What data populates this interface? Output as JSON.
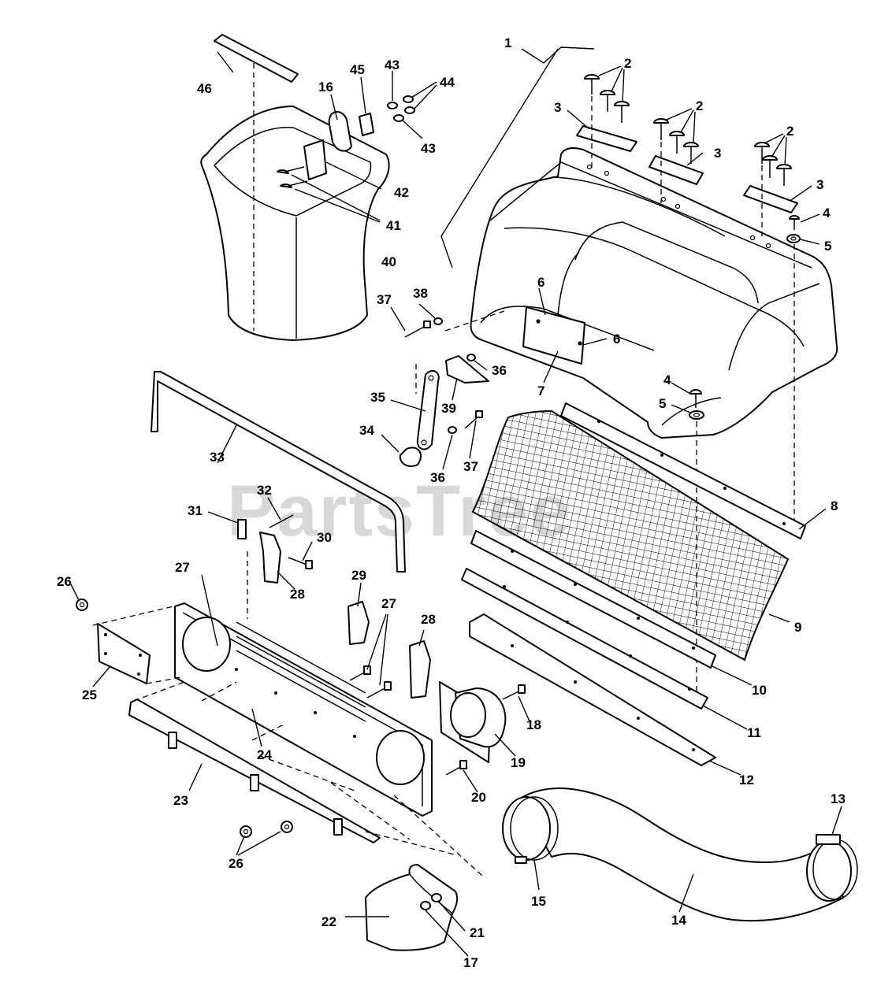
{
  "watermark": {
    "text": "PartsTree",
    "trademark": "™"
  },
  "callouts": [
    {
      "id": "c1",
      "label": "1"
    },
    {
      "id": "c2a",
      "label": "2"
    },
    {
      "id": "c2b",
      "label": "2"
    },
    {
      "id": "c2c",
      "label": "2"
    },
    {
      "id": "c3a",
      "label": "3"
    },
    {
      "id": "c3b",
      "label": "3"
    },
    {
      "id": "c3c",
      "label": "3"
    },
    {
      "id": "c4a",
      "label": "4"
    },
    {
      "id": "c4b",
      "label": "4"
    },
    {
      "id": "c5a",
      "label": "5"
    },
    {
      "id": "c5b",
      "label": "5"
    },
    {
      "id": "c6a",
      "label": "6"
    },
    {
      "id": "c6b",
      "label": "6"
    },
    {
      "id": "c7",
      "label": "7"
    },
    {
      "id": "c8",
      "label": "8"
    },
    {
      "id": "c9",
      "label": "9"
    },
    {
      "id": "c10",
      "label": "10"
    },
    {
      "id": "c11",
      "label": "11"
    },
    {
      "id": "c12",
      "label": "12"
    },
    {
      "id": "c13",
      "label": "13"
    },
    {
      "id": "c14",
      "label": "14"
    },
    {
      "id": "c15",
      "label": "15"
    },
    {
      "id": "c16",
      "label": "16"
    },
    {
      "id": "c17",
      "label": "17"
    },
    {
      "id": "c18",
      "label": "18"
    },
    {
      "id": "c19",
      "label": "19"
    },
    {
      "id": "c20",
      "label": "20"
    },
    {
      "id": "c21",
      "label": "21"
    },
    {
      "id": "c22",
      "label": "22"
    },
    {
      "id": "c23",
      "label": "23"
    },
    {
      "id": "c24",
      "label": "24"
    },
    {
      "id": "c25",
      "label": "25"
    },
    {
      "id": "c26a",
      "label": "26"
    },
    {
      "id": "c26b",
      "label": "26"
    },
    {
      "id": "c27a",
      "label": "27"
    },
    {
      "id": "c27b",
      "label": "27"
    },
    {
      "id": "c28a",
      "label": "28"
    },
    {
      "id": "c28b",
      "label": "28"
    },
    {
      "id": "c29",
      "label": "29"
    },
    {
      "id": "c30",
      "label": "30"
    },
    {
      "id": "c31",
      "label": "31"
    },
    {
      "id": "c32",
      "label": "32"
    },
    {
      "id": "c33",
      "label": "33"
    },
    {
      "id": "c34",
      "label": "34"
    },
    {
      "id": "c35",
      "label": "35"
    },
    {
      "id": "c36a",
      "label": "36"
    },
    {
      "id": "c36b",
      "label": "36"
    },
    {
      "id": "c37a",
      "label": "37"
    },
    {
      "id": "c37b",
      "label": "37"
    },
    {
      "id": "c38",
      "label": "38"
    },
    {
      "id": "c39",
      "label": "39"
    },
    {
      "id": "c40",
      "label": "40"
    },
    {
      "id": "c41",
      "label": "41"
    },
    {
      "id": "c42",
      "label": "42"
    },
    {
      "id": "c43a",
      "label": "43"
    },
    {
      "id": "c43b",
      "label": "43"
    },
    {
      "id": "c44",
      "label": "44"
    },
    {
      "id": "c45",
      "label": "45"
    },
    {
      "id": "c46",
      "label": "46"
    }
  ]
}
